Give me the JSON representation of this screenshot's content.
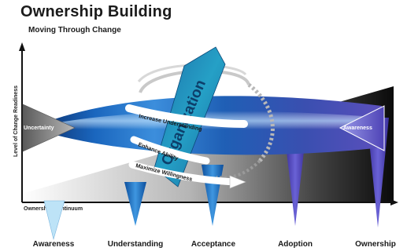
{
  "title": "Ownership Building",
  "subtitle": "Moving Through Change",
  "y_axis_label": "Level of Change Readiness",
  "x_axis_label": "Ownership Continuum",
  "organization_label": "Organization",
  "left_cone_label": "Uncertainty",
  "right_cone_label": "Awareness",
  "spiral_labels": [
    "Increase Understanding",
    "Enhance Ability",
    "Maximize Willingness"
  ],
  "stages": [
    "Awareness",
    "Understanding",
    "Acceptance",
    "Adoption",
    "Ownership"
  ],
  "colors": {
    "lens_dark": "#0a2c66",
    "lens_mid": "#1a6cc4",
    "lens_light": "#8ec8ee",
    "teal_bar": "#1f93ba",
    "purple": "#5a5cc2",
    "dark_wedge": "#0f0f0f",
    "gray_cone": "#8a8a8a"
  }
}
